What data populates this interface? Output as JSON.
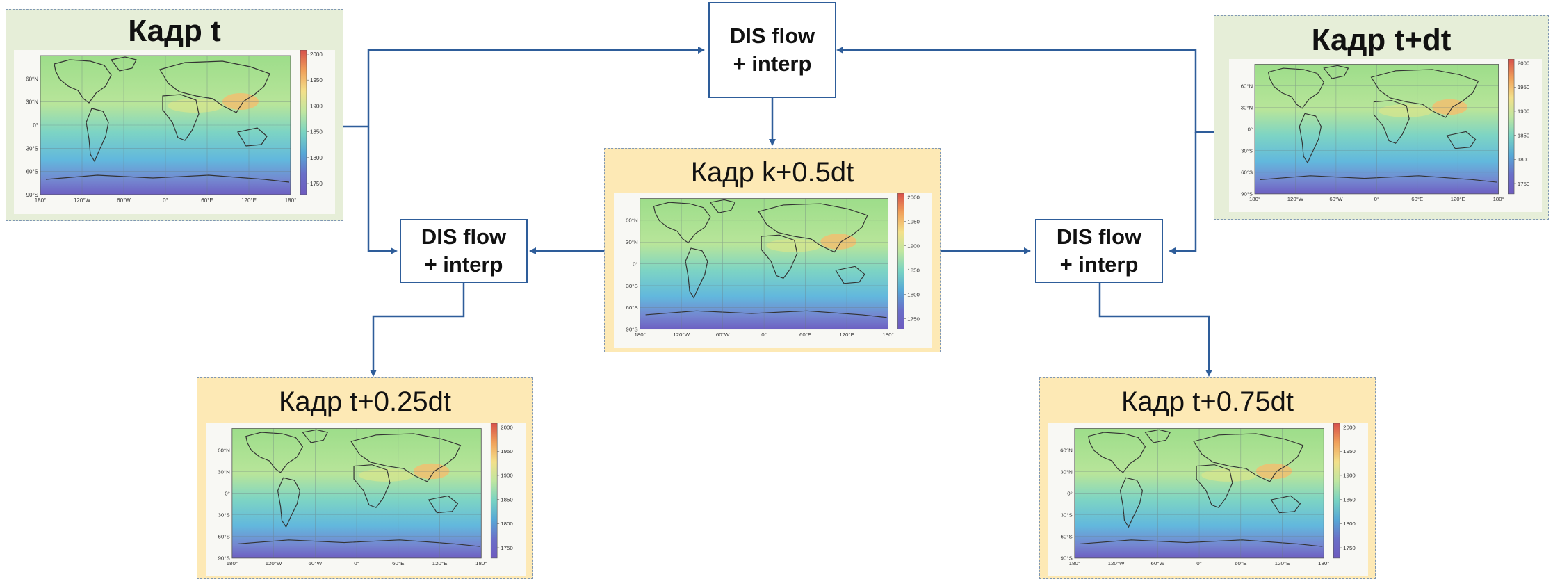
{
  "frames": {
    "t": {
      "title": "Кадр t"
    },
    "tdt": {
      "title": "Кадр t+dt"
    },
    "mid": {
      "title": "Кадр k+0.5dt"
    },
    "q1": {
      "title": "Кадр t+0.25dt"
    },
    "q3": {
      "title": "Кадр t+0.75dt"
    }
  },
  "boxes": {
    "top": {
      "line1": "DIS flow",
      "line2": "+ interp"
    },
    "left": {
      "line1": "DIS flow",
      "line2": "+ interp"
    },
    "right": {
      "line1": "DIS flow",
      "line2": "+ interp"
    }
  },
  "map": {
    "lat_labels": [
      "60°N",
      "30°N",
      "0°",
      "30°S",
      "60°S",
      "90°S"
    ],
    "lon_labels": [
      "180°",
      "120°W",
      "60°W",
      "0°",
      "60°E",
      "120°E",
      "180°"
    ],
    "colorbar_ticks": [
      "2000",
      "1950",
      "1900",
      "1850",
      "1800",
      "1750"
    ],
    "colormap": [
      "#d7504a",
      "#f0a15a",
      "#f3e08a",
      "#bfe6a0",
      "#78d3c2",
      "#57a8d6",
      "#6a6fc8",
      "#6e5bbf"
    ]
  },
  "colors": {
    "arrow": "#2e5d9a",
    "frame_green": "#e6eed8",
    "frame_yellow": "#fde9b5",
    "frame_border": "#7f97b3"
  }
}
